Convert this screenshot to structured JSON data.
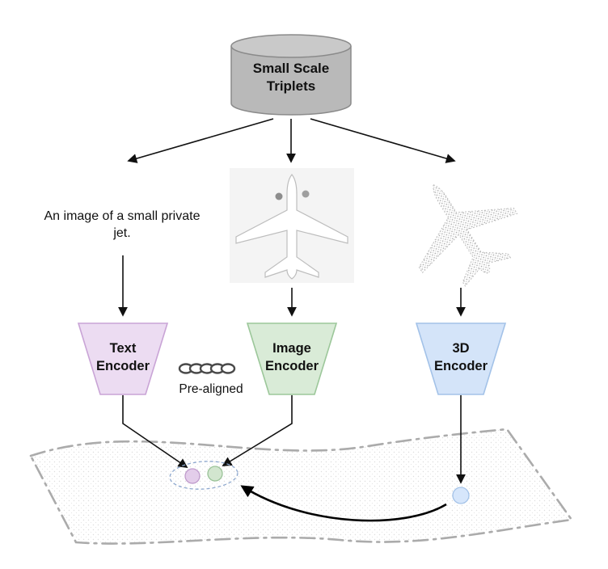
{
  "figure": {
    "database": {
      "label": "Small Scale Triplets",
      "body_fill": "#b9b9b9",
      "top_fill": "#c9c9c9",
      "stroke": "#8a8a8a"
    },
    "caption": "An image of a small private jet.",
    "encoders": {
      "text": {
        "label": "Text Encoder",
        "fill": "#ecdcf2",
        "stroke": "#c9a4d6"
      },
      "image": {
        "label": "Image Encoder",
        "fill": "#d9ebd7",
        "stroke": "#9cc79a"
      },
      "three_d": {
        "label": "3D Encoder",
        "fill": "#d4e4f9",
        "stroke": "#a3c2e8"
      }
    },
    "prealigned_label": "Pre-aligned",
    "embedding": {
      "text_dot_fill": "#e3cdea",
      "text_dot_stroke": "#c09ccc",
      "image_dot_fill": "#d2e6cf",
      "image_dot_stroke": "#9bc399",
      "threed_dot_fill": "#d6e6fb",
      "threed_dot_stroke": "#a3c2e8",
      "ellipse_stroke": "#8fa9cf",
      "arrow_color": "#000000"
    }
  }
}
